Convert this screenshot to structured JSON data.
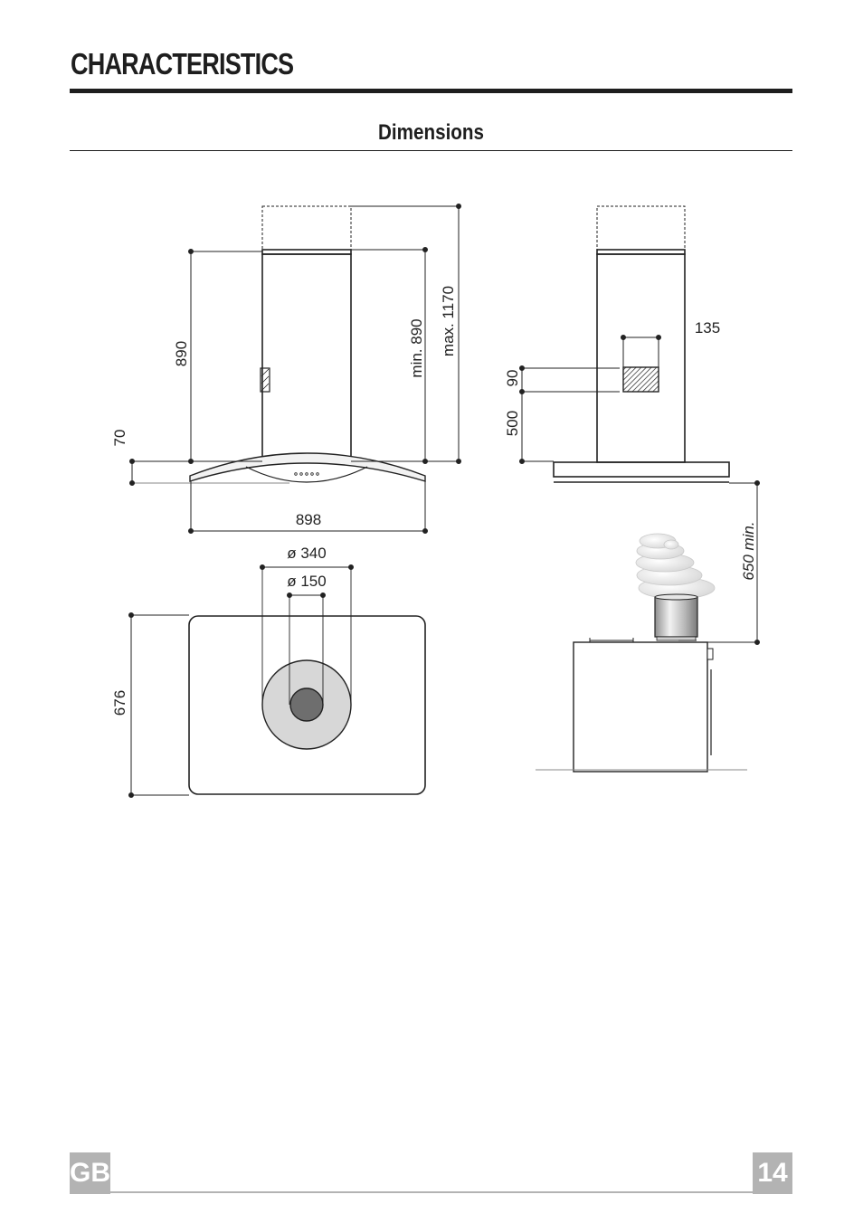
{
  "header": {
    "title": "CHARACTERISTICS"
  },
  "section": {
    "title": "Dimensions"
  },
  "dimensions": {
    "hood_height": "890",
    "canopy_height": "70",
    "chimney_min": "min. 890",
    "chimney_max": "max. 1170",
    "canopy_width": "898",
    "outer_diameter": "ø 340",
    "inner_diameter": "ø 150",
    "canopy_depth": "676",
    "bracket_width": "135",
    "bracket_height": "90",
    "bracket_offset": "500",
    "min_distance": "650 min."
  },
  "footer": {
    "language": "GB",
    "page_number": "14"
  }
}
